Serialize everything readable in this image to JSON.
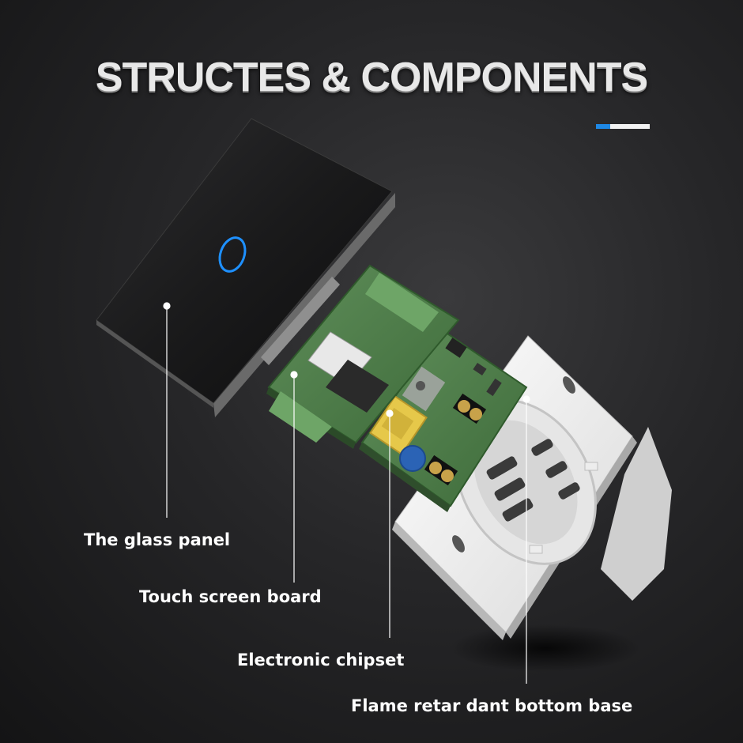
{
  "title": "STRUCTES & COMPONENTS",
  "accent_colors": {
    "blue": "#1e88e5",
    "white": "#f2f2f2"
  },
  "touch_indicator_color": "#1e90ff",
  "components": [
    {
      "label": "The glass panel"
    },
    {
      "label": "Touch screen board"
    },
    {
      "label": "Electronic chipset"
    },
    {
      "label": "Flame retar dant bottom base"
    }
  ]
}
